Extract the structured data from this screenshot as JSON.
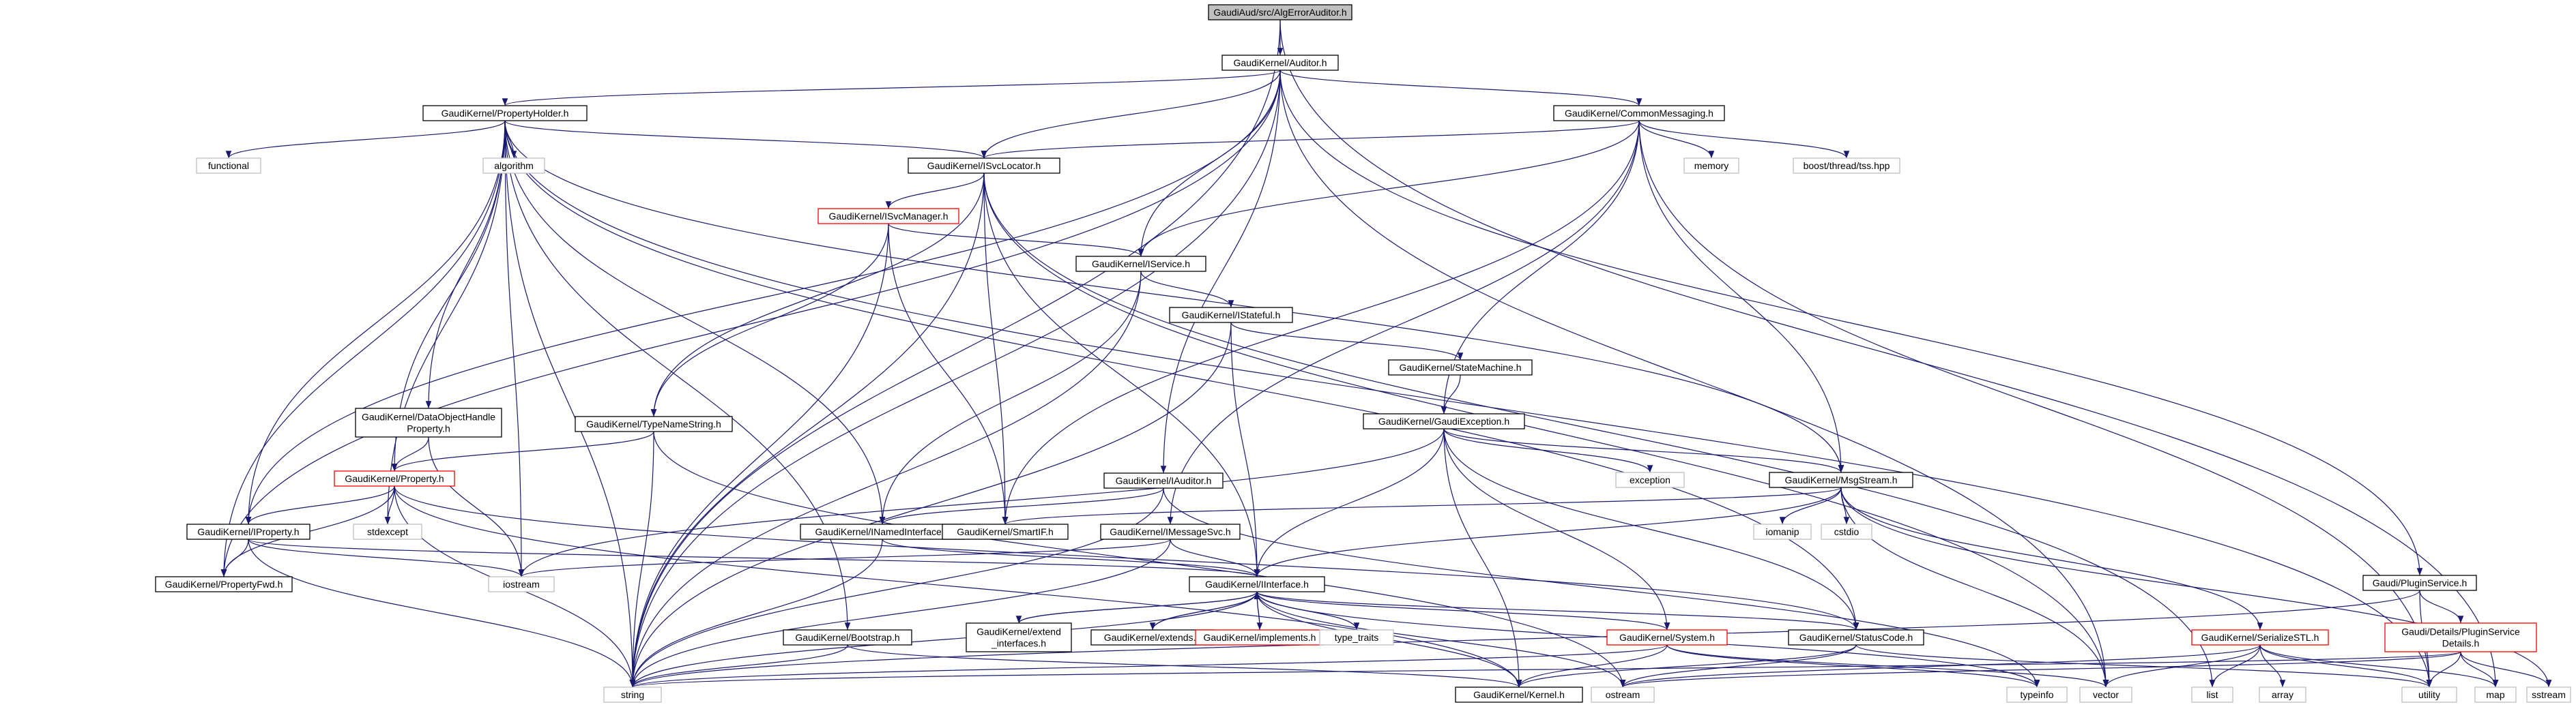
{
  "colors": {
    "edge": "#191970",
    "node_border": "#000000",
    "node_border_truncated": "#ff0000",
    "node_border_external": "#bfbfbf",
    "root_fill": "#bfbfbf",
    "node_fill": "#ffffff",
    "text": "#000000"
  },
  "nodes": [
    {
      "id": "root",
      "lines": [
        "GaudiAud/src/AlgErrorAuditor.h"
      ],
      "style": "root"
    },
    {
      "id": "auditor",
      "lines": [
        "GaudiKernel/Auditor.h"
      ],
      "style": "normal"
    },
    {
      "id": "propertyholder",
      "lines": [
        "GaudiKernel/PropertyHolder.h"
      ],
      "style": "normal"
    },
    {
      "id": "commonmessaging",
      "lines": [
        "GaudiKernel/CommonMessaging.h"
      ],
      "style": "normal"
    },
    {
      "id": "isvclocator",
      "lines": [
        "GaudiKernel/ISvcLocator.h"
      ],
      "style": "normal"
    },
    {
      "id": "isvcmanager",
      "lines": [
        "GaudiKernel/ISvcManager.h"
      ],
      "style": "truncated"
    },
    {
      "id": "iservice",
      "lines": [
        "GaudiKernel/IService.h"
      ],
      "style": "normal"
    },
    {
      "id": "istateful",
      "lines": [
        "GaudiKernel/IStateful.h"
      ],
      "style": "normal"
    },
    {
      "id": "statemachine",
      "lines": [
        "GaudiKernel/StateMachine.h"
      ],
      "style": "normal"
    },
    {
      "id": "gaudiexception",
      "lines": [
        "GaudiKernel/GaudiException.h"
      ],
      "style": "normal"
    },
    {
      "id": "dataobjecthandle",
      "lines": [
        "GaudiKernel/DataObjectHandle",
        "Property.h"
      ],
      "style": "normal"
    },
    {
      "id": "typenamestring",
      "lines": [
        "GaudiKernel/TypeNameString.h"
      ],
      "style": "normal"
    },
    {
      "id": "property",
      "lines": [
        "GaudiKernel/Property.h"
      ],
      "style": "truncated"
    },
    {
      "id": "iproperty",
      "lines": [
        "GaudiKernel/IProperty.h"
      ],
      "style": "normal"
    },
    {
      "id": "propertyfwd",
      "lines": [
        "GaudiKernel/PropertyFwd.h"
      ],
      "style": "normal"
    },
    {
      "id": "iauditor",
      "lines": [
        "GaudiKernel/IAuditor.h"
      ],
      "style": "normal"
    },
    {
      "id": "inamedinterface",
      "lines": [
        "GaudiKernel/INamedInterface.h"
      ],
      "style": "normal"
    },
    {
      "id": "smartif",
      "lines": [
        "GaudiKernel/SmartIF.h"
      ],
      "style": "normal"
    },
    {
      "id": "imessagesvc",
      "lines": [
        "GaudiKernel/IMessageSvc.h"
      ],
      "style": "normal"
    },
    {
      "id": "msgstream",
      "lines": [
        "GaudiKernel/MsgStream.h"
      ],
      "style": "normal"
    },
    {
      "id": "iinterface",
      "lines": [
        "GaudiKernel/IInterface.h"
      ],
      "style": "normal"
    },
    {
      "id": "extend_interfaces",
      "lines": [
        "GaudiKernel/extend",
        "_interfaces.h"
      ],
      "style": "normal"
    },
    {
      "id": "extends",
      "lines": [
        "GaudiKernel/extends.h"
      ],
      "style": "normal"
    },
    {
      "id": "implements",
      "lines": [
        "GaudiKernel/implements.h"
      ],
      "style": "truncated"
    },
    {
      "id": "system",
      "lines": [
        "GaudiKernel/System.h"
      ],
      "style": "truncated"
    },
    {
      "id": "statuscode",
      "lines": [
        "GaudiKernel/StatusCode.h"
      ],
      "style": "normal"
    },
    {
      "id": "bootstrap",
      "lines": [
        "GaudiKernel/Bootstrap.h"
      ],
      "style": "normal"
    },
    {
      "id": "kernel",
      "lines": [
        "GaudiKernel/Kernel.h"
      ],
      "style": "normal"
    },
    {
      "id": "pluginservice",
      "lines": [
        "Gaudi/PluginService.h"
      ],
      "style": "normal"
    },
    {
      "id": "pluginservicedetails",
      "lines": [
        "Gaudi/Details/PluginService",
        "Details.h"
      ],
      "style": "truncated"
    },
    {
      "id": "serializestl",
      "lines": [
        "GaudiKernel/SerializeSTL.h"
      ],
      "style": "truncated"
    },
    {
      "id": "functional",
      "lines": [
        "functional"
      ],
      "style": "external"
    },
    {
      "id": "algorithm",
      "lines": [
        "algorithm"
      ],
      "style": "external"
    },
    {
      "id": "memory",
      "lines": [
        "memory"
      ],
      "style": "external"
    },
    {
      "id": "boost_tss",
      "lines": [
        "boost/thread/tss.hpp"
      ],
      "style": "external"
    },
    {
      "id": "exception",
      "lines": [
        "exception"
      ],
      "style": "external"
    },
    {
      "id": "iomanip",
      "lines": [
        "iomanip"
      ],
      "style": "external"
    },
    {
      "id": "cstdio",
      "lines": [
        "cstdio"
      ],
      "style": "external"
    },
    {
      "id": "stdexcept",
      "lines": [
        "stdexcept"
      ],
      "style": "external"
    },
    {
      "id": "iostream",
      "lines": [
        "iostream"
      ],
      "style": "external"
    },
    {
      "id": "type_traits",
      "lines": [
        "type_traits"
      ],
      "style": "external"
    },
    {
      "id": "string",
      "lines": [
        "string"
      ],
      "style": "external"
    },
    {
      "id": "ostream",
      "lines": [
        "ostream"
      ],
      "style": "external"
    },
    {
      "id": "typeinfo",
      "lines": [
        "typeinfo"
      ],
      "style": "external"
    },
    {
      "id": "vector",
      "lines": [
        "vector"
      ],
      "style": "external"
    },
    {
      "id": "list",
      "lines": [
        "list"
      ],
      "style": "external"
    },
    {
      "id": "array",
      "lines": [
        "array"
      ],
      "style": "external"
    },
    {
      "id": "utility",
      "lines": [
        "utility"
      ],
      "style": "external"
    },
    {
      "id": "map",
      "lines": [
        "map"
      ],
      "style": "external"
    },
    {
      "id": "sstream",
      "lines": [
        "sstream"
      ],
      "style": "external"
    }
  ],
  "edges": [
    [
      "root",
      "auditor"
    ],
    [
      "root",
      "string"
    ],
    [
      "root",
      "map"
    ],
    [
      "auditor",
      "propertyholder"
    ],
    [
      "auditor",
      "commonmessaging"
    ],
    [
      "auditor",
      "isvclocator"
    ],
    [
      "auditor",
      "iservice"
    ],
    [
      "auditor",
      "iauditor"
    ],
    [
      "auditor",
      "iproperty"
    ],
    [
      "auditor",
      "propertyfwd"
    ],
    [
      "auditor",
      "pluginservice"
    ],
    [
      "auditor",
      "vector"
    ],
    [
      "auditor",
      "string"
    ],
    [
      "propertyholder",
      "functional"
    ],
    [
      "propertyholder",
      "algorithm"
    ],
    [
      "propertyholder",
      "isvclocator"
    ],
    [
      "propertyholder",
      "dataobjecthandle"
    ],
    [
      "propertyholder",
      "property"
    ],
    [
      "propertyholder",
      "iproperty"
    ],
    [
      "propertyholder",
      "propertyfwd"
    ],
    [
      "propertyholder",
      "stdexcept"
    ],
    [
      "propertyholder",
      "iostream"
    ],
    [
      "propertyholder",
      "string"
    ],
    [
      "propertyholder",
      "inamedinterface"
    ],
    [
      "propertyholder",
      "bootstrap"
    ],
    [
      "propertyholder",
      "msgstream"
    ],
    [
      "propertyholder",
      "statuscode"
    ],
    [
      "propertyholder",
      "utility"
    ],
    [
      "commonmessaging",
      "memory"
    ],
    [
      "commonmessaging",
      "boost_tss"
    ],
    [
      "commonmessaging",
      "isvclocator"
    ],
    [
      "commonmessaging",
      "iservice"
    ],
    [
      "commonmessaging",
      "gaudiexception"
    ],
    [
      "commonmessaging",
      "msgstream"
    ],
    [
      "commonmessaging",
      "imessagesvc"
    ],
    [
      "commonmessaging",
      "smartif"
    ],
    [
      "commonmessaging",
      "utility"
    ],
    [
      "isvclocator",
      "isvcmanager"
    ],
    [
      "isvclocator",
      "typenamestring"
    ],
    [
      "isvclocator",
      "smartif"
    ],
    [
      "isvclocator",
      "iinterface"
    ],
    [
      "isvclocator",
      "string"
    ],
    [
      "isvclocator",
      "list"
    ],
    [
      "isvclocator",
      "vector"
    ],
    [
      "isvcmanager",
      "iservice"
    ],
    [
      "isvcmanager",
      "typenamestring"
    ],
    [
      "isvcmanager",
      "smartif"
    ],
    [
      "isvcmanager",
      "string"
    ],
    [
      "iservice",
      "istateful"
    ],
    [
      "iservice",
      "inamedinterface"
    ],
    [
      "iservice",
      "string"
    ],
    [
      "istateful",
      "statemachine"
    ],
    [
      "istateful",
      "iinterface"
    ],
    [
      "istateful",
      "string"
    ],
    [
      "statemachine",
      "gaudiexception"
    ],
    [
      "gaudiexception",
      "exception"
    ],
    [
      "gaudiexception",
      "msgstream"
    ],
    [
      "gaudiexception",
      "statuscode"
    ],
    [
      "gaudiexception",
      "system"
    ],
    [
      "gaudiexception",
      "kernel"
    ],
    [
      "gaudiexception",
      "iostream"
    ],
    [
      "gaudiexception",
      "iinterface"
    ],
    [
      "dataobjecthandle",
      "property"
    ],
    [
      "dataobjecthandle",
      "iostream"
    ],
    [
      "typenamestring",
      "property"
    ],
    [
      "typenamestring",
      "string"
    ],
    [
      "typenamestring",
      "ostream"
    ],
    [
      "property",
      "iproperty"
    ],
    [
      "property",
      "propertyfwd"
    ],
    [
      "property",
      "stdexcept"
    ],
    [
      "property",
      "string"
    ],
    [
      "property",
      "kernel"
    ],
    [
      "property",
      "statuscode"
    ],
    [
      "iproperty",
      "propertyfwd"
    ],
    [
      "iproperty",
      "iinterface"
    ],
    [
      "iproperty",
      "iostream"
    ],
    [
      "iproperty",
      "string"
    ],
    [
      "iauditor",
      "inamedinterface"
    ],
    [
      "iauditor",
      "string"
    ],
    [
      "iauditor",
      "typeinfo"
    ],
    [
      "inamedinterface",
      "iinterface"
    ],
    [
      "inamedinterface",
      "string"
    ],
    [
      "imessagesvc",
      "iinterface"
    ],
    [
      "imessagesvc",
      "iostream"
    ],
    [
      "imessagesvc",
      "string"
    ],
    [
      "msgstream",
      "iomanip"
    ],
    [
      "msgstream",
      "cstdio"
    ],
    [
      "msgstream",
      "vector"
    ],
    [
      "msgstream",
      "sstream"
    ],
    [
      "msgstream",
      "serializestl"
    ],
    [
      "msgstream",
      "smartif"
    ],
    [
      "msgstream",
      "iinterface"
    ],
    [
      "iinterface",
      "extend_interfaces"
    ],
    [
      "iinterface",
      "extends"
    ],
    [
      "iinterface",
      "implements"
    ],
    [
      "iinterface",
      "type_traits"
    ],
    [
      "iinterface",
      "system"
    ],
    [
      "iinterface",
      "statuscode"
    ],
    [
      "iinterface",
      "kernel"
    ],
    [
      "iinterface",
      "string"
    ],
    [
      "iinterface",
      "ostream"
    ],
    [
      "iinterface",
      "typeinfo"
    ],
    [
      "extend_interfaces",
      "iinterface"
    ],
    [
      "extends",
      "iinterface"
    ],
    [
      "implements",
      "iinterface"
    ],
    [
      "system",
      "kernel"
    ],
    [
      "system",
      "string"
    ],
    [
      "system",
      "typeinfo"
    ],
    [
      "system",
      "vector"
    ],
    [
      "statuscode",
      "ostream"
    ],
    [
      "statuscode",
      "kernel"
    ],
    [
      "statuscode",
      "utility"
    ],
    [
      "bootstrap",
      "kernel"
    ],
    [
      "bootstrap",
      "string"
    ],
    [
      "pluginservice",
      "pluginservicedetails"
    ],
    [
      "pluginservice",
      "string"
    ],
    [
      "pluginservice",
      "utility"
    ],
    [
      "pluginservicedetails",
      "map"
    ],
    [
      "pluginservicedetails",
      "sstream"
    ],
    [
      "pluginservicedetails",
      "string"
    ],
    [
      "pluginservicedetails",
      "utility"
    ],
    [
      "pluginservicedetails",
      "ostream"
    ],
    [
      "serializestl",
      "array"
    ],
    [
      "serializestl",
      "list"
    ],
    [
      "serializestl",
      "map"
    ],
    [
      "serializestl",
      "utility"
    ],
    [
      "serializestl",
      "vector"
    ],
    [
      "serializestl",
      "ostream"
    ]
  ]
}
